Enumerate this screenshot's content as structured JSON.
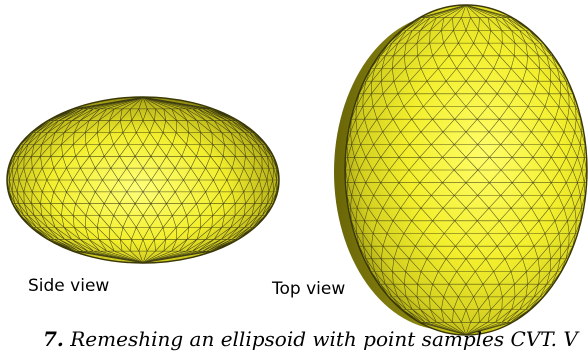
{
  "labels": {
    "side_view": "Side view",
    "top_view": "Top view"
  },
  "caption": {
    "number": "7.",
    "text": "Remeshing an ellipsoid with point samples CVT. V"
  },
  "colors": {
    "mesh_fill": "#f0ee2c",
    "mesh_highlight": "#ffff7a",
    "mesh_shade": "#6e6a0a",
    "mesh_lines": "#2a2a10"
  }
}
